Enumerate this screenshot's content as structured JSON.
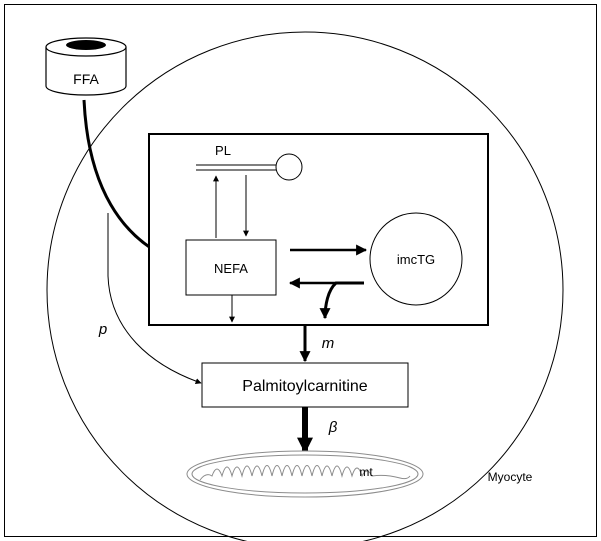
{
  "labels": {
    "ffa": "FFA",
    "pl": "PL",
    "nefa": "NEFA",
    "imctg": "imcTG",
    "p": "p",
    "m": "m",
    "palmitoylcarnitine": "Palmitoylcarnitine",
    "beta": "β",
    "mt": "mt",
    "myocyte": "Myocyte"
  },
  "colors": {
    "line": "#000000",
    "mitochondrion": "#8c8c8c",
    "background": "#ffffff"
  }
}
